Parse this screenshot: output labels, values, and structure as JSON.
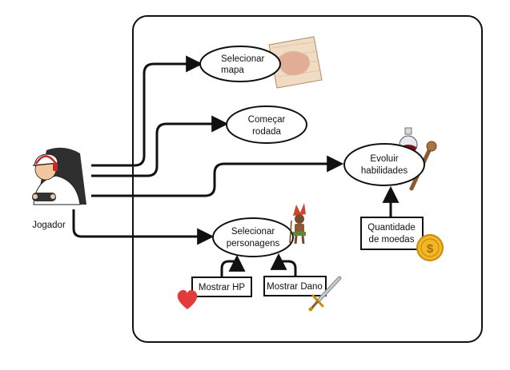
{
  "actor": {
    "label": "Jogador",
    "icon": "gamer-with-headset-icon"
  },
  "use_cases": {
    "selecionar_mapa": {
      "line1": "Selecionar",
      "line2": "mapa",
      "icon": "treasure-map-icon"
    },
    "comecar_rodada": {
      "line1": "Começar",
      "line2": "rodada"
    },
    "evoluir_habilidades": {
      "line1": "Evoluir",
      "line2": "habilidades",
      "icons": [
        "potion-flask-icon",
        "wooden-staff-icon"
      ]
    },
    "selecionar_personagens": {
      "line1": "Selecionar",
      "line2": "personagens",
      "icon": "tribal-warrior-icon"
    }
  },
  "boxes": {
    "quantidade_moedas": {
      "line1": "Quantidade",
      "line2": "de moedas",
      "icon": "gold-coin-icon"
    },
    "mostrar_hp": {
      "label": "Mostrar HP",
      "icon": "heart-icon"
    },
    "mostrar_dano": {
      "label": "Mostrar Dano",
      "icon": "sword-icon"
    }
  },
  "colors": {
    "stroke": "#111111",
    "heart": "#e23b3b",
    "coin": "#f2b824",
    "map": "#e8c9a6",
    "staff": "#9a6a3c"
  }
}
